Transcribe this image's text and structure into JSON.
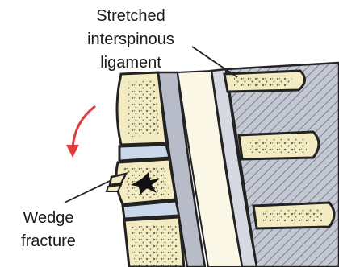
{
  "labels": {
    "ligament_line1": "Stretched",
    "ligament_line2": "interspinous",
    "ligament_line3": "ligament",
    "fracture_line1": "Wedge",
    "fracture_line2": "fracture"
  },
  "colors": {
    "bone": "#f3ebc2",
    "bone_marrow": "#3a3320",
    "disc": "#c9d8ea",
    "ligament": "#b7bcc8",
    "outline": "#222222",
    "arrow": "#e03c3c"
  }
}
